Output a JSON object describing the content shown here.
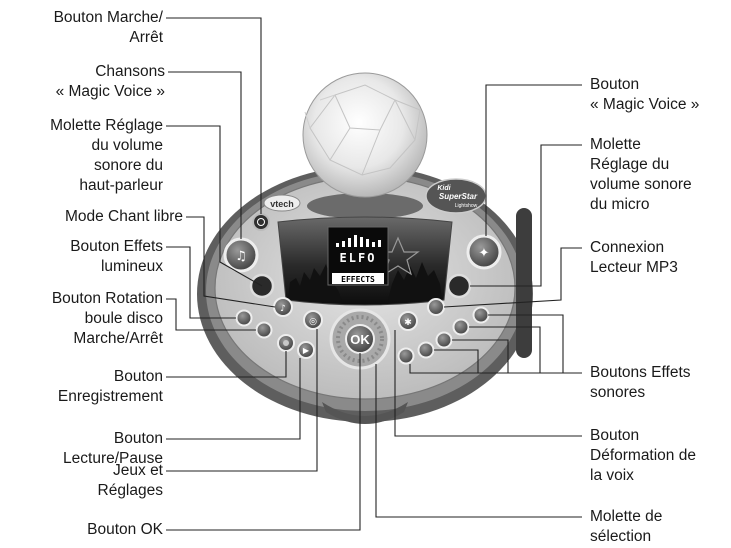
{
  "labels": {
    "marche_arret": [
      "Bouton Marche/",
      "Arrêt"
    ],
    "chansons": [
      "Chansons",
      "« Magic Voice »"
    ],
    "molette_hp": [
      "Molette Réglage",
      "du volume",
      "sonore du",
      "haut-parleur"
    ],
    "chant_libre": [
      "Mode Chant libre"
    ],
    "effets_lumineux": [
      "Bouton Effets",
      "lumineux"
    ],
    "rotation": [
      "Bouton Rotation",
      "boule disco",
      "Marche/Arrêt"
    ],
    "enregistrement": [
      "Bouton",
      "Enregistrement"
    ],
    "lecture": [
      "Bouton",
      "Lecture/Pause"
    ],
    "jeux": [
      "Jeux et",
      "Réglages"
    ],
    "ok": [
      "Bouton OK"
    ],
    "magic_voice": [
      "Bouton",
      "« Magic Voice »"
    ],
    "molette_micro": [
      "Molette",
      "Réglage du",
      "volume sonore",
      "du micro"
    ],
    "mp3": [
      "Connexion",
      "Lecteur MP3"
    ],
    "effets_sonores": [
      "Boutons Effets",
      "sonores"
    ],
    "deformation": [
      "Bouton",
      "Déformation de",
      "la voix"
    ],
    "selection": [
      "Molette de",
      "sélection"
    ]
  },
  "device": {
    "brand": "vtech",
    "logo_line1": "Kidi",
    "logo_line2": "SuperStar",
    "logo_line3": "Lightshow",
    "screen_top": "ELFO",
    "screen_bottom": "EFFECTS",
    "ok_label": "OK"
  },
  "colors": {
    "body_dark": "#5e5e5e",
    "body_mid": "#8a8a8a",
    "light": "#d9d9d9",
    "line": "#222222"
  }
}
